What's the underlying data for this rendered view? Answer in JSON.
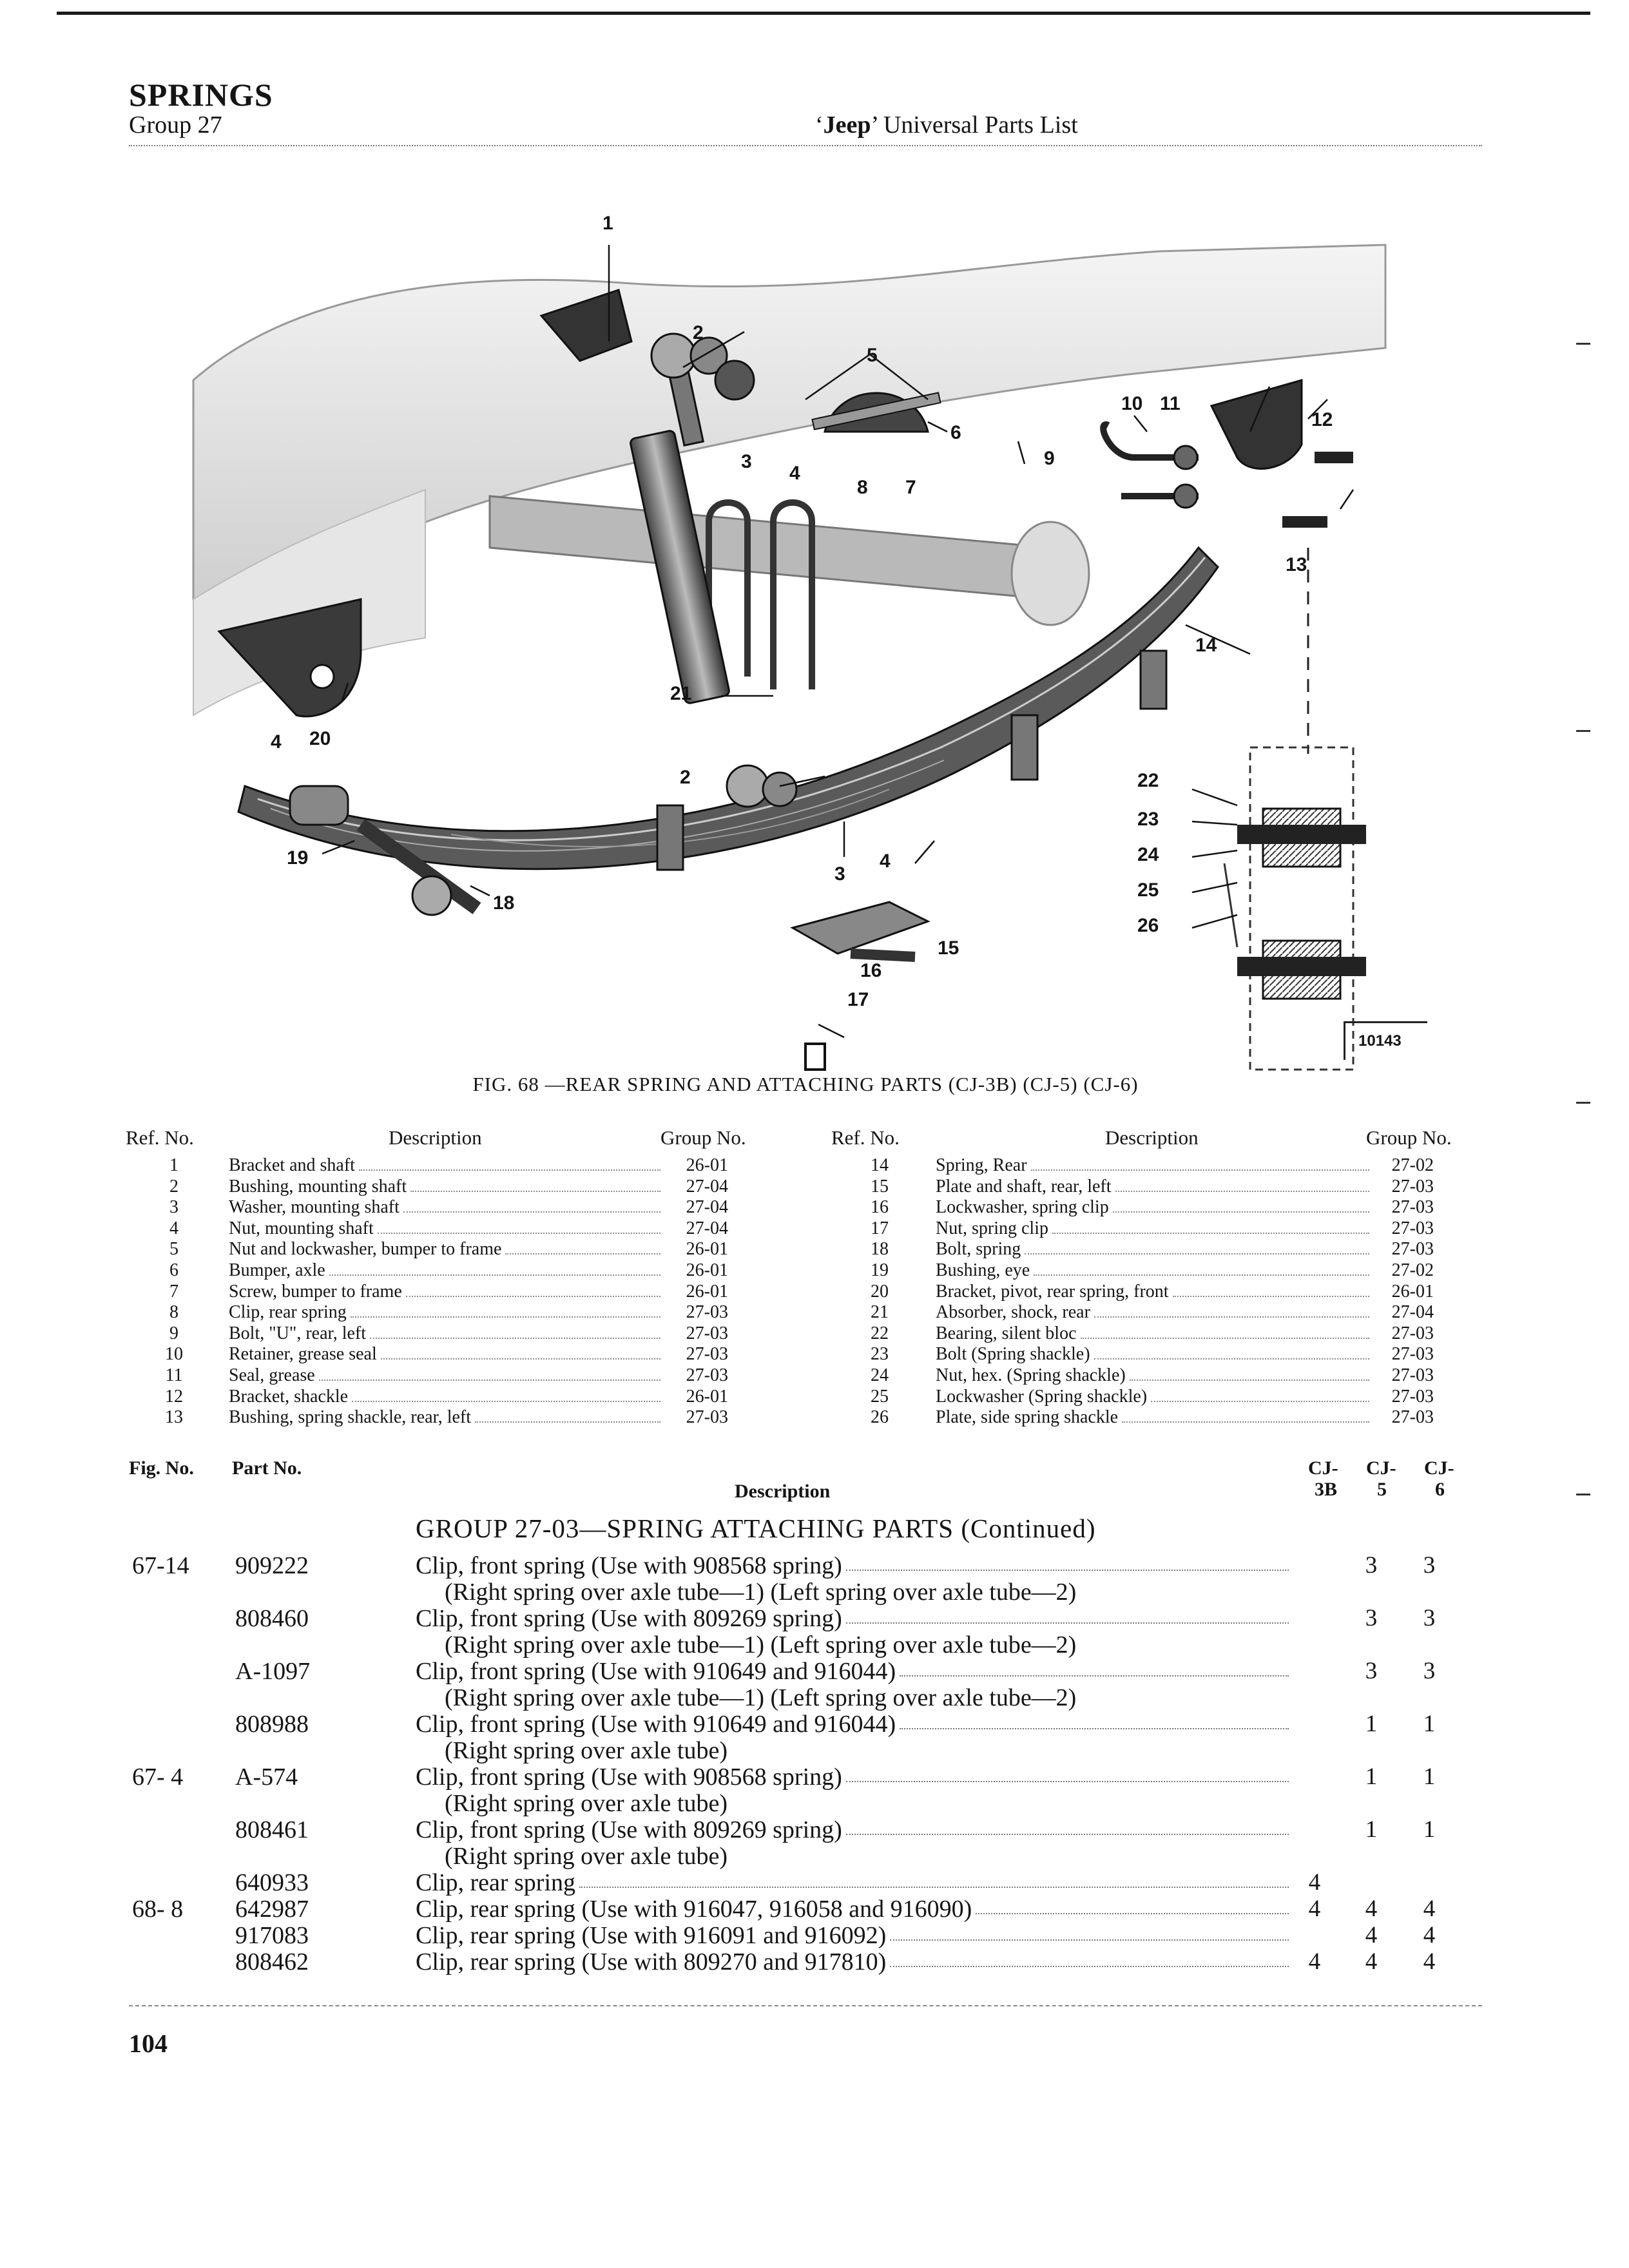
{
  "header": {
    "title": "SPRINGS",
    "group": "Group 27",
    "right_quote_open": "‘",
    "right_brand": "Jeep",
    "right_rest": "’ Universal Parts List"
  },
  "figure": {
    "caption": "FIG. 68 —REAR SPRING AND ATTACHING PARTS (CJ-3B) (CJ-5) (CJ-6)",
    "code": "10143",
    "callouts": [
      "1",
      "2",
      "5",
      "3",
      "4",
      "6",
      "8",
      "7",
      "10",
      "11",
      "12",
      "9",
      "13",
      "14",
      "21",
      "20",
      "4",
      "2",
      "3",
      "4",
      "19",
      "18",
      "22",
      "23",
      "24",
      "25",
      "26",
      "15",
      "16",
      "17"
    ]
  },
  "ref_table": {
    "headers": [
      "Ref. No.",
      "Description",
      "Group No."
    ],
    "left": [
      {
        "ref": "1",
        "desc": "Bracket and shaft",
        "group": "26-01"
      },
      {
        "ref": "2",
        "desc": "Bushing, mounting shaft",
        "group": "27-04"
      },
      {
        "ref": "3",
        "desc": "Washer, mounting shaft",
        "group": "27-04"
      },
      {
        "ref": "4",
        "desc": "Nut, mounting shaft",
        "group": "27-04"
      },
      {
        "ref": "5",
        "desc": "Nut and lockwasher, bumper to frame",
        "group": "26-01"
      },
      {
        "ref": "6",
        "desc": "Bumper, axle",
        "group": "26-01"
      },
      {
        "ref": "7",
        "desc": "Screw, bumper to frame",
        "group": "26-01"
      },
      {
        "ref": "8",
        "desc": "Clip, rear spring",
        "group": "27-03"
      },
      {
        "ref": "9",
        "desc": "Bolt, \"U\", rear, left",
        "group": "27-03"
      },
      {
        "ref": "10",
        "desc": "Retainer, grease seal",
        "group": "27-03"
      },
      {
        "ref": "11",
        "desc": "Seal, grease",
        "group": "27-03"
      },
      {
        "ref": "12",
        "desc": "Bracket, shackle",
        "group": "26-01"
      },
      {
        "ref": "13",
        "desc": "Bushing, spring shackle, rear, left",
        "group": "27-03"
      }
    ],
    "right": [
      {
        "ref": "14",
        "desc": "Spring, Rear",
        "group": "27-02"
      },
      {
        "ref": "15",
        "desc": "Plate and shaft, rear, left",
        "group": "27-03"
      },
      {
        "ref": "16",
        "desc": "Lockwasher, spring clip",
        "group": "27-03"
      },
      {
        "ref": "17",
        "desc": "Nut, spring clip",
        "group": "27-03"
      },
      {
        "ref": "18",
        "desc": "Bolt, spring",
        "group": "27-03"
      },
      {
        "ref": "19",
        "desc": "Bushing, eye",
        "group": "27-02"
      },
      {
        "ref": "20",
        "desc": "Bracket, pivot, rear spring, front",
        "group": "26-01"
      },
      {
        "ref": "21",
        "desc": "Absorber, shock, rear",
        "group": "27-04"
      },
      {
        "ref": "22",
        "desc": "Bearing, silent bloc",
        "group": "27-03"
      },
      {
        "ref": "23",
        "desc": "Bolt (Spring shackle)",
        "group": "27-03"
      },
      {
        "ref": "24",
        "desc": "Nut, hex. (Spring shackle)",
        "group": "27-03"
      },
      {
        "ref": "25",
        "desc": "Lockwasher (Spring shackle)",
        "group": "27-03"
      },
      {
        "ref": "26",
        "desc": "Plate, side spring shackle",
        "group": "27-03"
      }
    ]
  },
  "parts_list": {
    "headers": {
      "fig_no": "Fig. No.",
      "part_no": "Part No.",
      "description": "Description",
      "cj3b_top": "CJ-",
      "cj3b_bottom": "3B",
      "cj5_top": "CJ-",
      "cj5_bottom": "5",
      "cj6_top": "CJ-",
      "cj6_bottom": "6"
    },
    "group_title": "GROUP 27-03—SPRING ATTACHING PARTS (Continued)",
    "rows": [
      {
        "fig": "67-14",
        "part": "909222",
        "desc": "Clip, front spring (Use with 908568 spring)",
        "sub": "(Right spring over axle tube—1) (Left spring over axle tube—2)",
        "cj3b": "",
        "cj5": "3",
        "cj6": "3"
      },
      {
        "fig": "",
        "part": "808460",
        "desc": "Clip, front spring (Use with 809269 spring)",
        "sub": "(Right spring over axle tube—1) (Left spring over axle tube—2)",
        "cj3b": "",
        "cj5": "3",
        "cj6": "3"
      },
      {
        "fig": "",
        "part": "A-1097",
        "desc": "Clip, front spring (Use with 910649 and 916044)",
        "sub": "(Right spring over axle tube—1) (Left spring over axle tube—2)",
        "cj3b": "",
        "cj5": "3",
        "cj6": "3"
      },
      {
        "fig": "",
        "part": "808988",
        "desc": "Clip, front spring (Use with 910649 and 916044)",
        "sub": "(Right spring over axle tube)",
        "cj3b": "",
        "cj5": "1",
        "cj6": "1"
      },
      {
        "fig": "67- 4",
        "part": "A-574",
        "desc": "Clip, front spring (Use with 908568 spring)",
        "sub": "(Right spring over axle tube)",
        "cj3b": "",
        "cj5": "1",
        "cj6": "1"
      },
      {
        "fig": "",
        "part": "808461",
        "desc": "Clip, front spring (Use with 809269 spring)",
        "sub": "(Right spring over axle tube)",
        "cj3b": "",
        "cj5": "1",
        "cj6": "1"
      },
      {
        "fig": "",
        "part": "640933",
        "desc": "Clip, rear spring",
        "sub": "",
        "cj3b": "4",
        "cj5": "",
        "cj6": ""
      },
      {
        "fig": "68- 8",
        "part": "642987",
        "desc": "Clip, rear spring (Use with 916047, 916058 and 916090)",
        "sub": "",
        "cj3b": "4",
        "cj5": "4",
        "cj6": "4"
      },
      {
        "fig": "",
        "part": "917083",
        "desc": "Clip, rear spring (Use with 916091 and 916092)",
        "sub": "",
        "cj3b": "",
        "cj5": "4",
        "cj6": "4"
      },
      {
        "fig": "",
        "part": "808462",
        "desc": "Clip, rear spring (Use with 809270 and 917810)",
        "sub": "",
        "cj3b": "4",
        "cj5": "4",
        "cj6": "4"
      }
    ]
  },
  "footer": {
    "page_number": "104"
  }
}
